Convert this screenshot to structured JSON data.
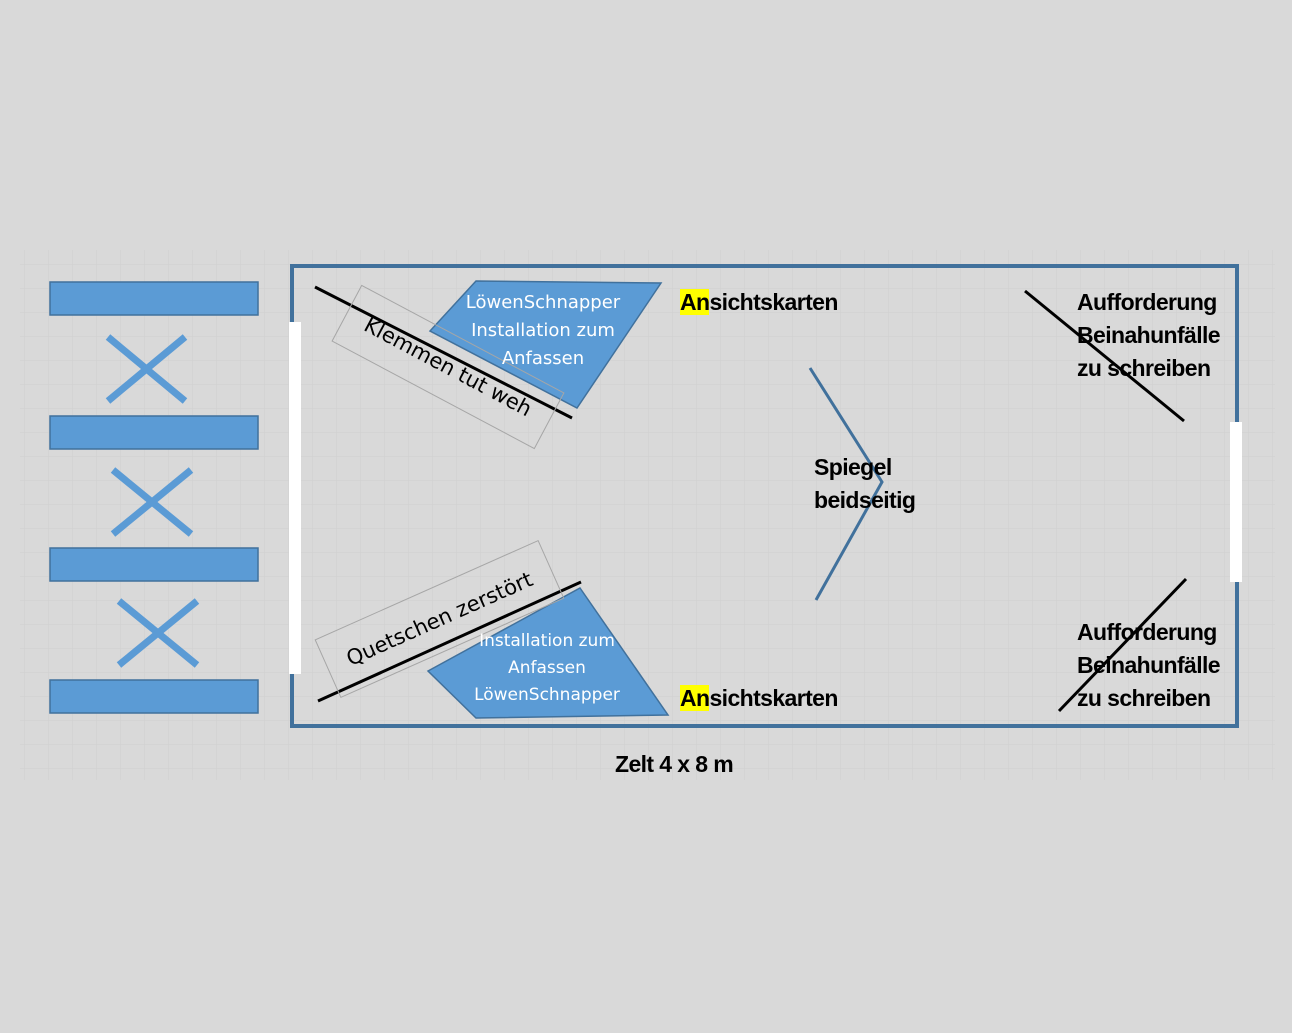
{
  "diagram": {
    "caption": "Zelt 4 x 8 m",
    "top_installation": "LöwenSchnapper\nInstallation zum\nAnfassen",
    "bottom_installation": "Installation zum\nAnfassen\nLöwenSchnapper",
    "clamp_label": "Klemmen tut weh",
    "squeeze_label": "Quetschen zerstört",
    "postcards_top": {
      "highlight": "An",
      "rest": "sichtskarten"
    },
    "postcards_bottom": {
      "highlight": "An",
      "rest": "sichtskarten"
    },
    "mirror_label": "Spiegel\nbeidseitig",
    "request_top": "Aufforderung\nBeinahunfälle\nzu schreiben",
    "request_bottom": "Aufforderung\nBeinahunfälle\nzu schreiben"
  },
  "colors": {
    "background": "#d9d9d9",
    "tent_border": "#41719c",
    "shape_fill": "#5b9bd5",
    "highlight": "#ffff00",
    "door": "#ffffff"
  }
}
